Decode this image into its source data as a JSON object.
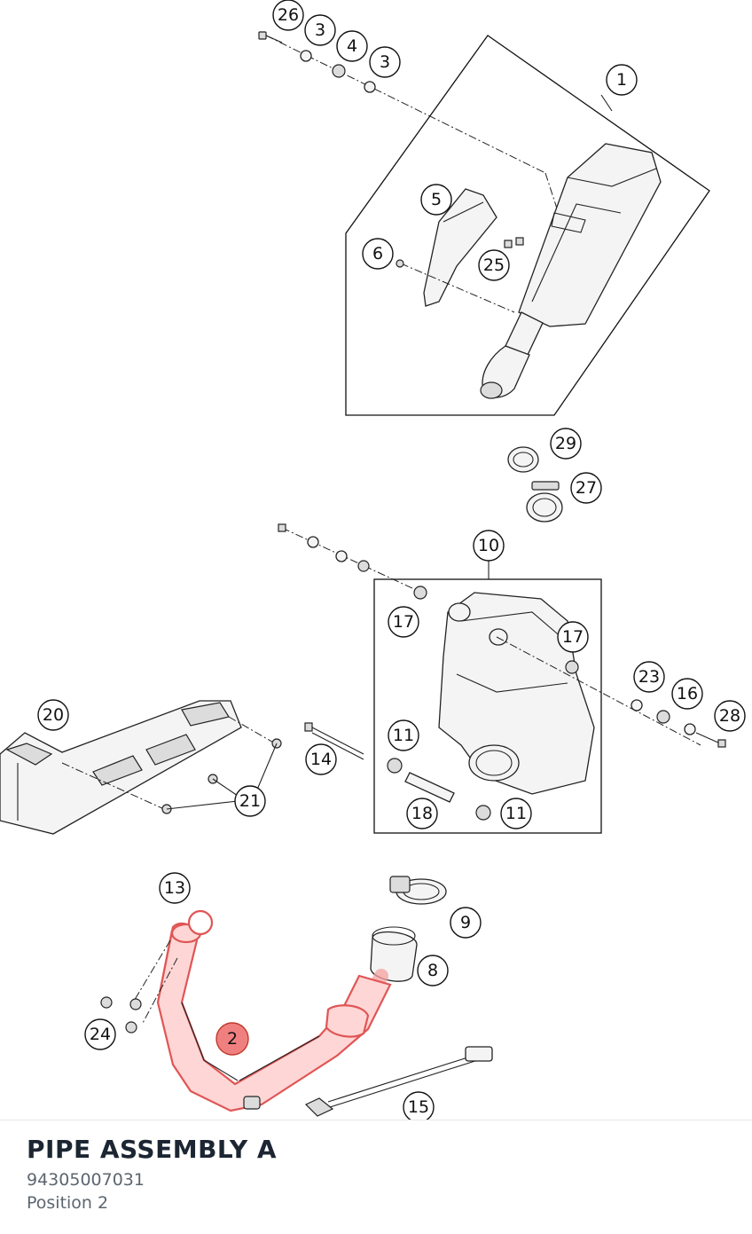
{
  "diagram": {
    "callouts": [
      "26",
      "3",
      "4",
      "3",
      "1",
      "5",
      "6",
      "25",
      "29",
      "27",
      "10",
      "17",
      "17",
      "23",
      "16",
      "28",
      "20",
      "11",
      "14",
      "21",
      "18",
      "11",
      "13",
      "9",
      "8",
      "24",
      "2",
      "15"
    ],
    "highlighted_callout": "2"
  },
  "colors": {
    "highlight": "#f08080",
    "highlight_stroke": "#c0392b",
    "title": "#1c2633",
    "meta": "#5c6670"
  },
  "part": {
    "title": "PIPE ASSEMBLY A",
    "number": "94305007031",
    "position": "Position 2"
  }
}
